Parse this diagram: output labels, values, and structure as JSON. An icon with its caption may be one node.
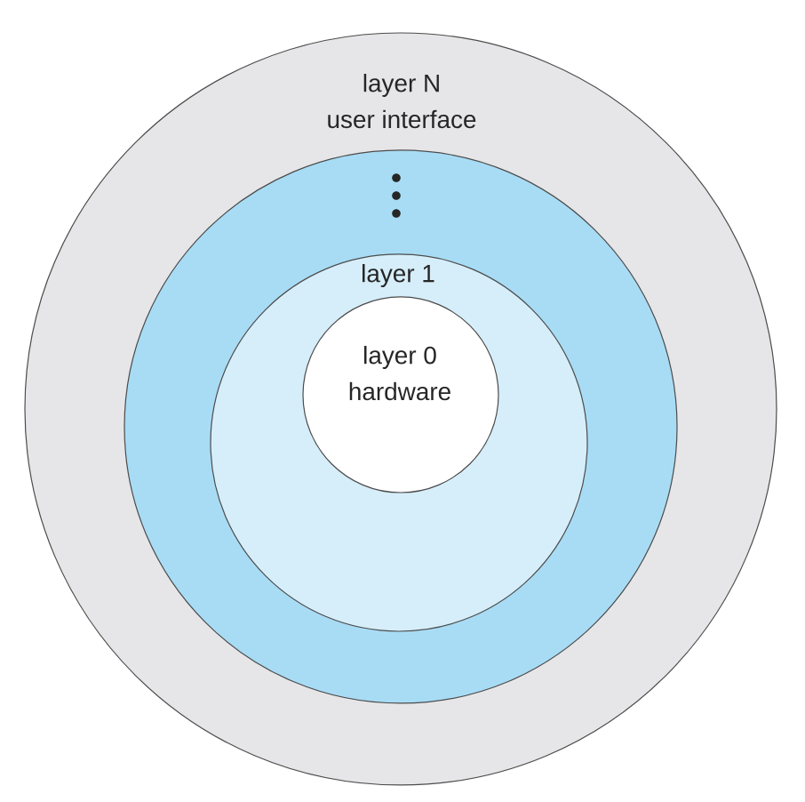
{
  "diagram": {
    "nodes": [
      {
        "text": [
          "layer N",
          "user interface"
        ]
      },
      {
        "text": [],
        "shape": "circle",
        "in": 0
      },
      {
        "text": [
          "layer 1"
        ],
        "in": 1
      },
      {
        "text": [
          "layer 0",
          "hardware"
        ],
        "in": 2
      }
    ]
  }
}
